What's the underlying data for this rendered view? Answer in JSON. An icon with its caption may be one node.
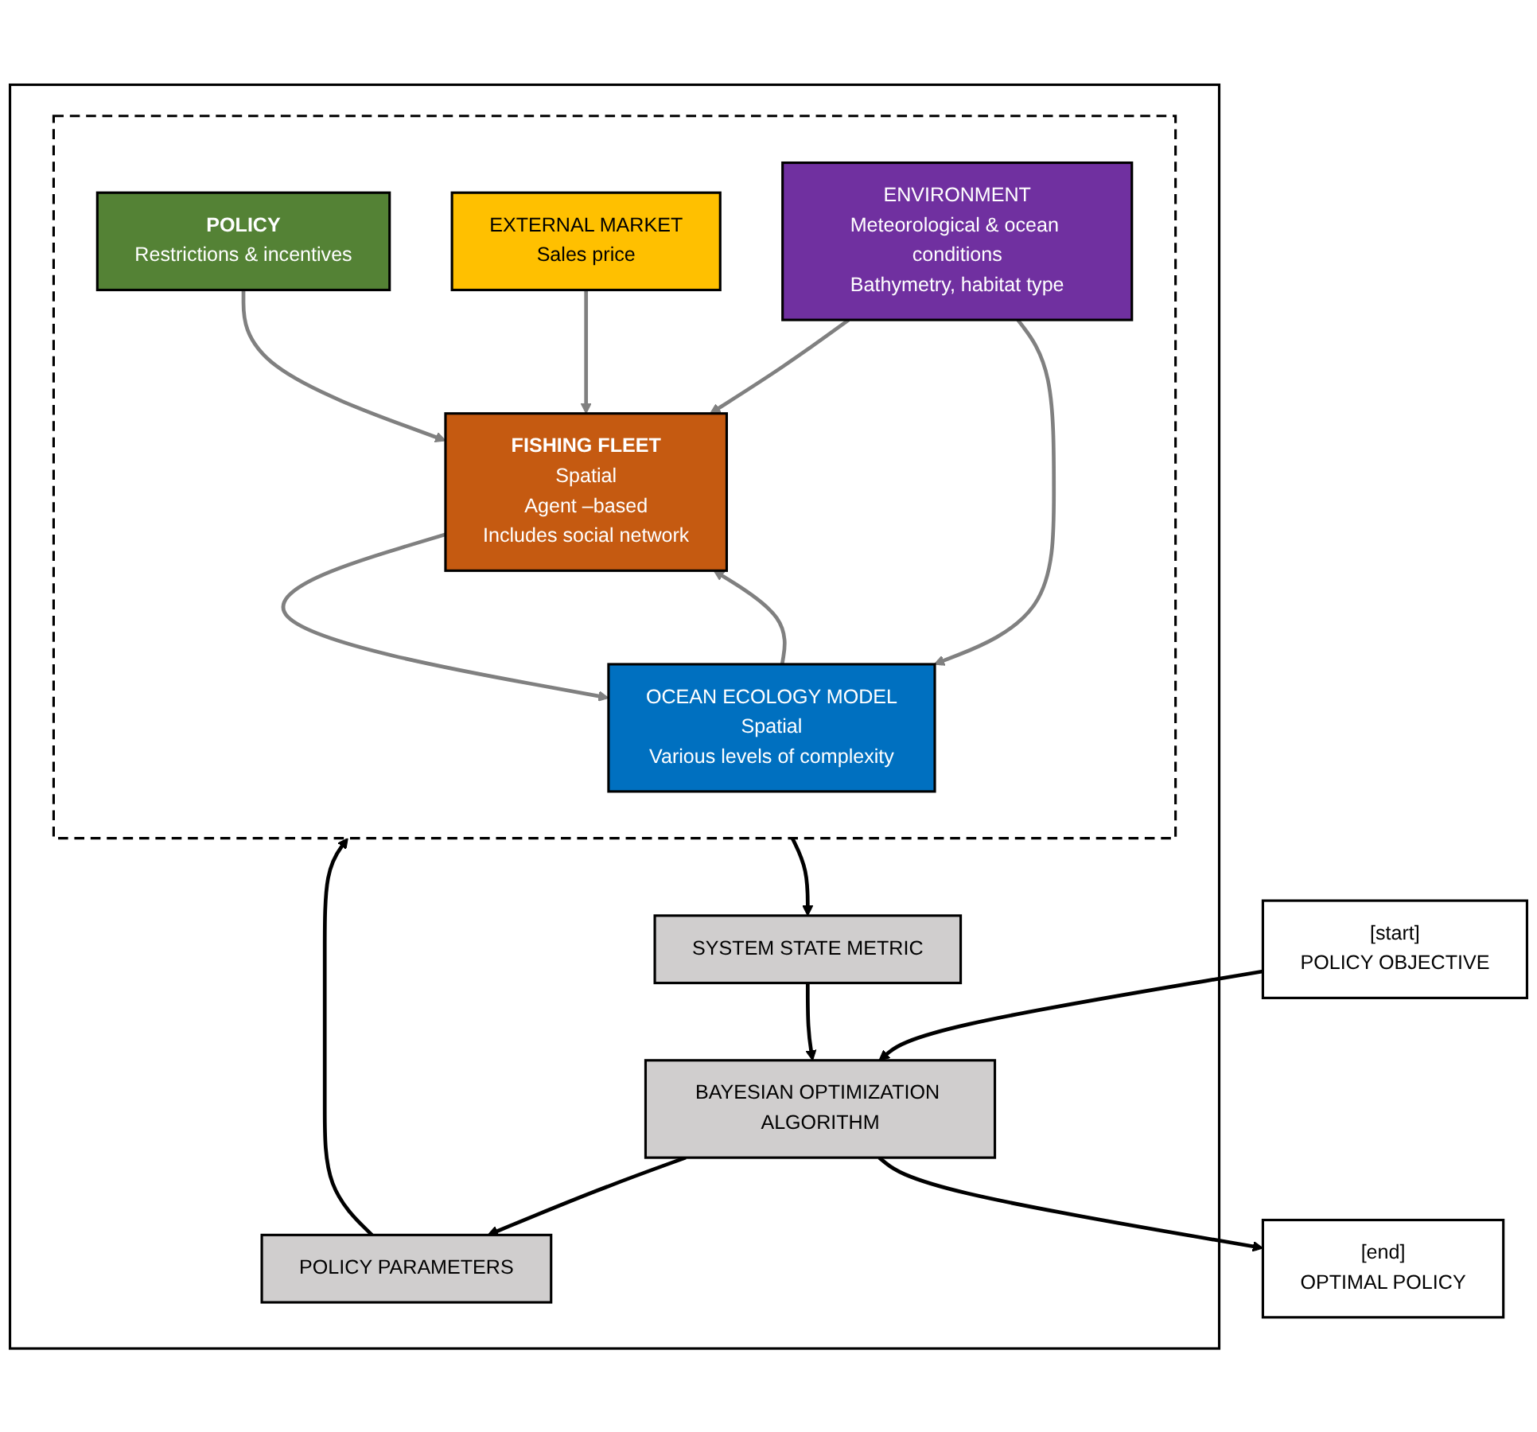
{
  "diagram": {
    "nodes": [
      {
        "text": [
          "[start]",
          "POLICY OBJECTIVE"
        ]
      },
      {
        "text": [
          "[end]",
          "OPTIMAL POLICY"
        ]
      },
      {
        "text": [],
        "shape": "box"
      },
      {
        "text": [
          "BAYESIAN OPTIMIZATION ALGORITHM"
        ],
        "in": 2
      },
      {
        "text": [
          "POLICY PARAMETERS"
        ],
        "in": 2
      },
      {
        "text": [],
        "shape": "box",
        "in": 2
      },
      {
        "text": [
          "POLICY",
          "Restrictions & incentives"
        ],
        "in": 5
      },
      {
        "text": [
          "FISHING FLEET",
          "Spatial",
          "Agent –based",
          "Includes social network"
        ],
        "in": 5
      },
      {
        "text": [
          "EXTERNAL MARKET",
          "Sales price"
        ],
        "in": 5
      },
      {
        "text": [
          "ENVIRONMENT",
          "Meteorological & ocean conditions",
          "Bathymetry, habitat type"
        ],
        "in": 5
      },
      {
        "text": [
          "OCEAN ECOLOGY MODEL",
          "Spatial",
          "Various levels of complexity"
        ],
        "in": 5
      },
      {
        "text": [
          "SYSTEM STATE METRIC"
        ],
        "in": 2
      }
    ],
    "edges": [
      {
        "from": 0,
        "to": 3,
        "arrow": "to"
      },
      {
        "from": 3,
        "to": 1,
        "arrow": "to"
      },
      {
        "from": 3,
        "to": 4,
        "arrow": "to"
      },
      {
        "from": 4,
        "to": 5,
        "arrow": "to"
      },
      {
        "from": 6,
        "to": 7,
        "arrow": "to",
        "color": "#808080"
      },
      {
        "from": 8,
        "to": 7,
        "arrow": "to",
        "color": "#808080"
      },
      {
        "from": 9,
        "to": 7,
        "arrow": "to",
        "color": "#808080"
      },
      {
        "from": 9,
        "to": 10,
        "arrow": "to",
        "color": "#808080"
      },
      {
        "from": 7,
        "to": 10,
        "arrow": "to",
        "color": "#808080"
      },
      {
        "from": 10,
        "to": 7,
        "arrow": "to",
        "color": "#808080"
      },
      {
        "from": 5,
        "to": 11,
        "arrow": "to"
      },
      {
        "from": 11,
        "to": 3,
        "arrow": "to"
      }
    ]
  }
}
